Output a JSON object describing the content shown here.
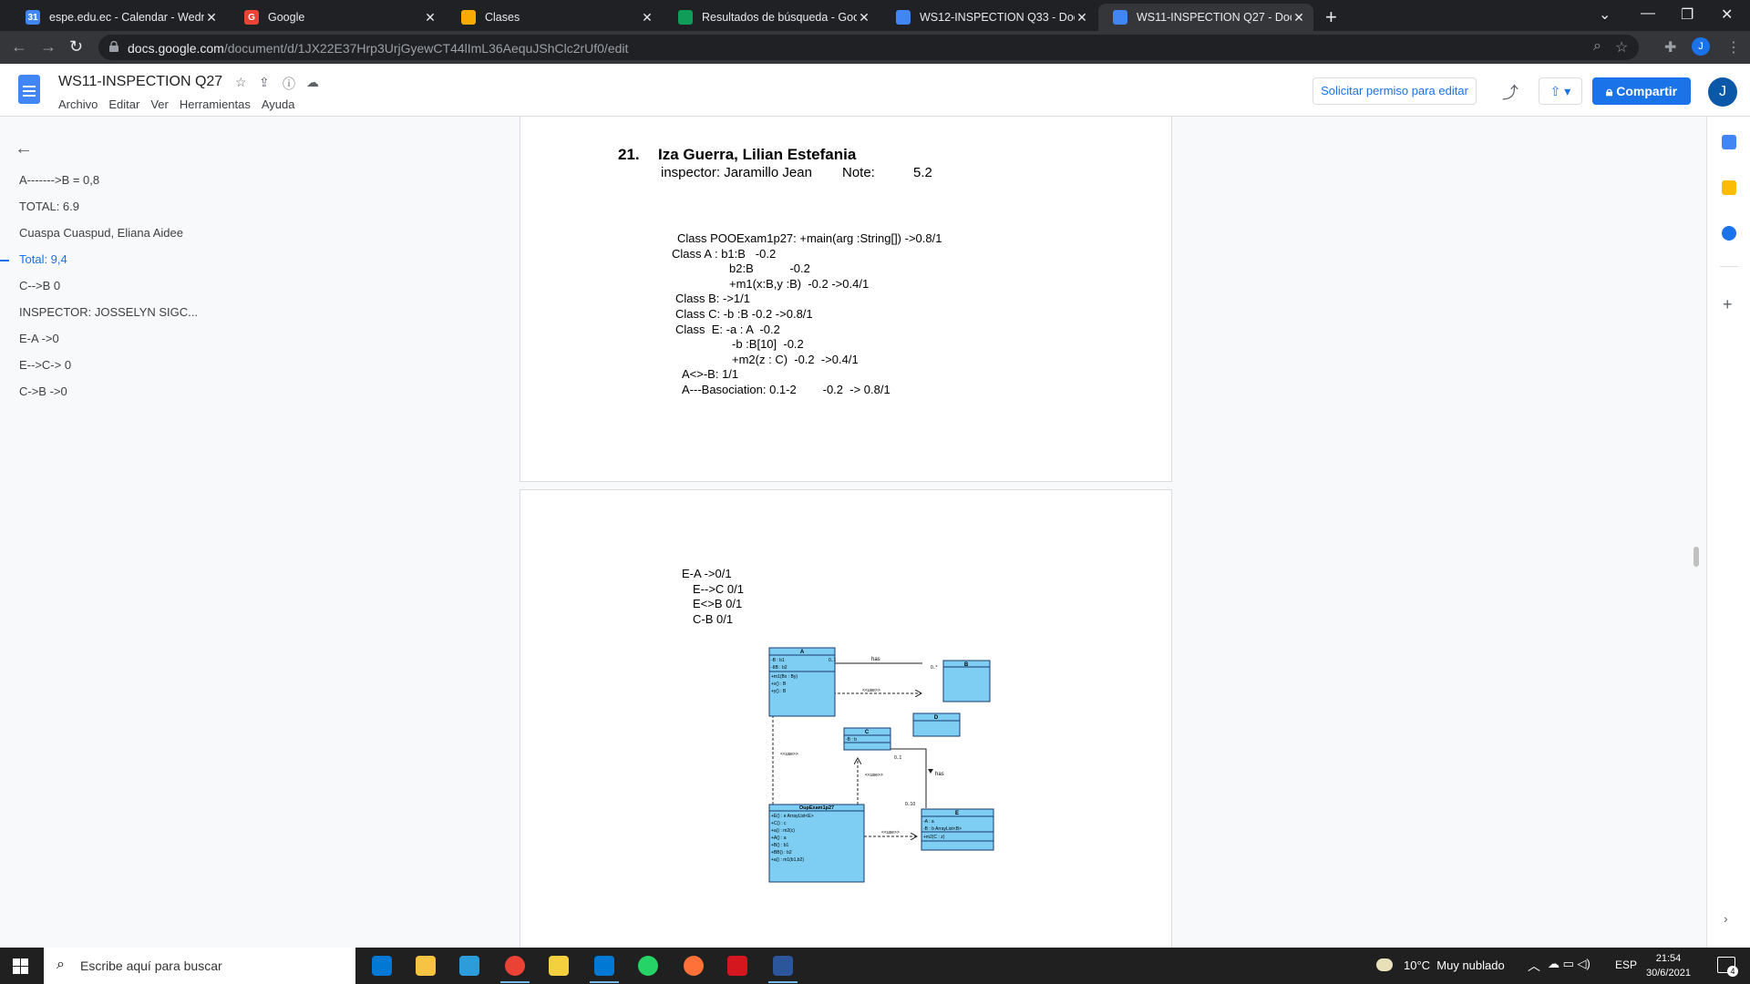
{
  "browser": {
    "tabs": [
      {
        "title": "espe.edu.ec - Calendar - Wednes",
        "icon": "calendar-icon",
        "color": "#4285f4",
        "glyph": "31"
      },
      {
        "title": "Google",
        "icon": "google-icon",
        "color": "#ea4335",
        "glyph": "G"
      },
      {
        "title": "Clases",
        "icon": "classroom-icon",
        "color": "#f9ab00",
        "glyph": ""
      },
      {
        "title": "Resultados de búsqueda - Googl",
        "icon": "drive-icon",
        "color": "#0f9d58",
        "glyph": ""
      },
      {
        "title": "WS12-INSPECTION Q33 - Docum",
        "icon": "docs-icon",
        "color": "#4285f4",
        "glyph": ""
      },
      {
        "title": "WS11-INSPECTION Q27 - Docum",
        "icon": "docs-icon",
        "color": "#4285f4",
        "glyph": ""
      }
    ],
    "active_tab": 5,
    "url_host": "docs.google.com",
    "url_path": "/document/d/1JX22E37Hrp3UrjGyewCT44lImL36AequJShClc2rUf0/edit",
    "profile_initial": "J"
  },
  "docs": {
    "title": "WS11-INSPECTION Q27",
    "menu": [
      "Archivo",
      "Editar",
      "Ver",
      "Herramientas",
      "Ayuda"
    ],
    "request_edit": "Solicitar permiso para editar",
    "share": "Compartir",
    "avatar": "J"
  },
  "outline": {
    "items": [
      "A------->B = 0,8",
      "TOTAL: 6.9",
      "Cuaspa Cuaspud, Eliana Aidee",
      "Total: 9,4",
      "C-->B 0",
      "INSPECTOR: JOSSELYN SIGC...",
      "E-A ->0",
      "E-->C-> 0",
      "C->B ->0"
    ],
    "active_index": 3
  },
  "page1": {
    "number": "21.",
    "name": "Iza Guerra, Lilian Estefania",
    "inspector": "inspector: Jaramillo Jean",
    "note_label": "Note:",
    "note_value": "5.2",
    "lines": [
      "Class POOExam1p27: +main(arg :String[]) ->0.8/1",
      "Class A : b1:B   -0.2",
      "b2:B           -0.2",
      "+m1(x:B,y :B)  -0.2 ->0.4/1",
      "Class B: ->1/1",
      "Class C: -b :B -0.2 ->0.8/1",
      "Class  E: -a : A  -0.2",
      "-b :B[10]  -0.2",
      "+m2(z : C)  -0.2  ->0.4/1",
      "A<>-B: 1/1",
      "A---Basociation: 0.1-2        -0.2  -> 0.8/1"
    ]
  },
  "page2": {
    "lines": [
      "E-A ->0/1",
      "E-->C 0/1",
      "E<>B 0/1",
      "C-B 0/1"
    ],
    "uml": {
      "classA": {
        "name": "A",
        "attrs": [
          "-B : b1",
          "-IIB : b2"
        ],
        "ops": [
          "+m1(Bx : By)",
          "+x() : B",
          "+y() : B"
        ]
      },
      "classB": {
        "name": "B"
      },
      "classD": {
        "name": "D"
      },
      "classC": {
        "name": "C",
        "attrs": [
          "-B : b"
        ]
      },
      "classMain": {
        "name": "OupExam1p27",
        "ops": [
          "+E() : e ArrayList<E>",
          "+C() : c",
          "+a() : m2(c)",
          "+A() : a",
          "+B() : b1",
          "+BB() : b2",
          "+a() : m1(b1,b2)"
        ]
      },
      "classE": {
        "name": "E",
        "attrs": [
          "-A : a",
          "-B : b ArrayList<B>"
        ],
        "ops": [
          "+m2(C : z)"
        ]
      },
      "labels": {
        "has1": "has",
        "has2": "has",
        "m01": "0..1",
        "m0star": "0..*",
        "m01b": "0..1",
        "m010": "0..10",
        "use1": "<<use>>",
        "use2": "<<use>>",
        "use3": "<<use>>",
        "use4": "<<use>>"
      }
    }
  },
  "taskbar": {
    "search_placeholder": "Escribe aquí para buscar",
    "weather": "10°C  Muy nublado",
    "lang": "ESP",
    "time": "21:54",
    "date": "30/6/2021",
    "notifications": "4"
  }
}
